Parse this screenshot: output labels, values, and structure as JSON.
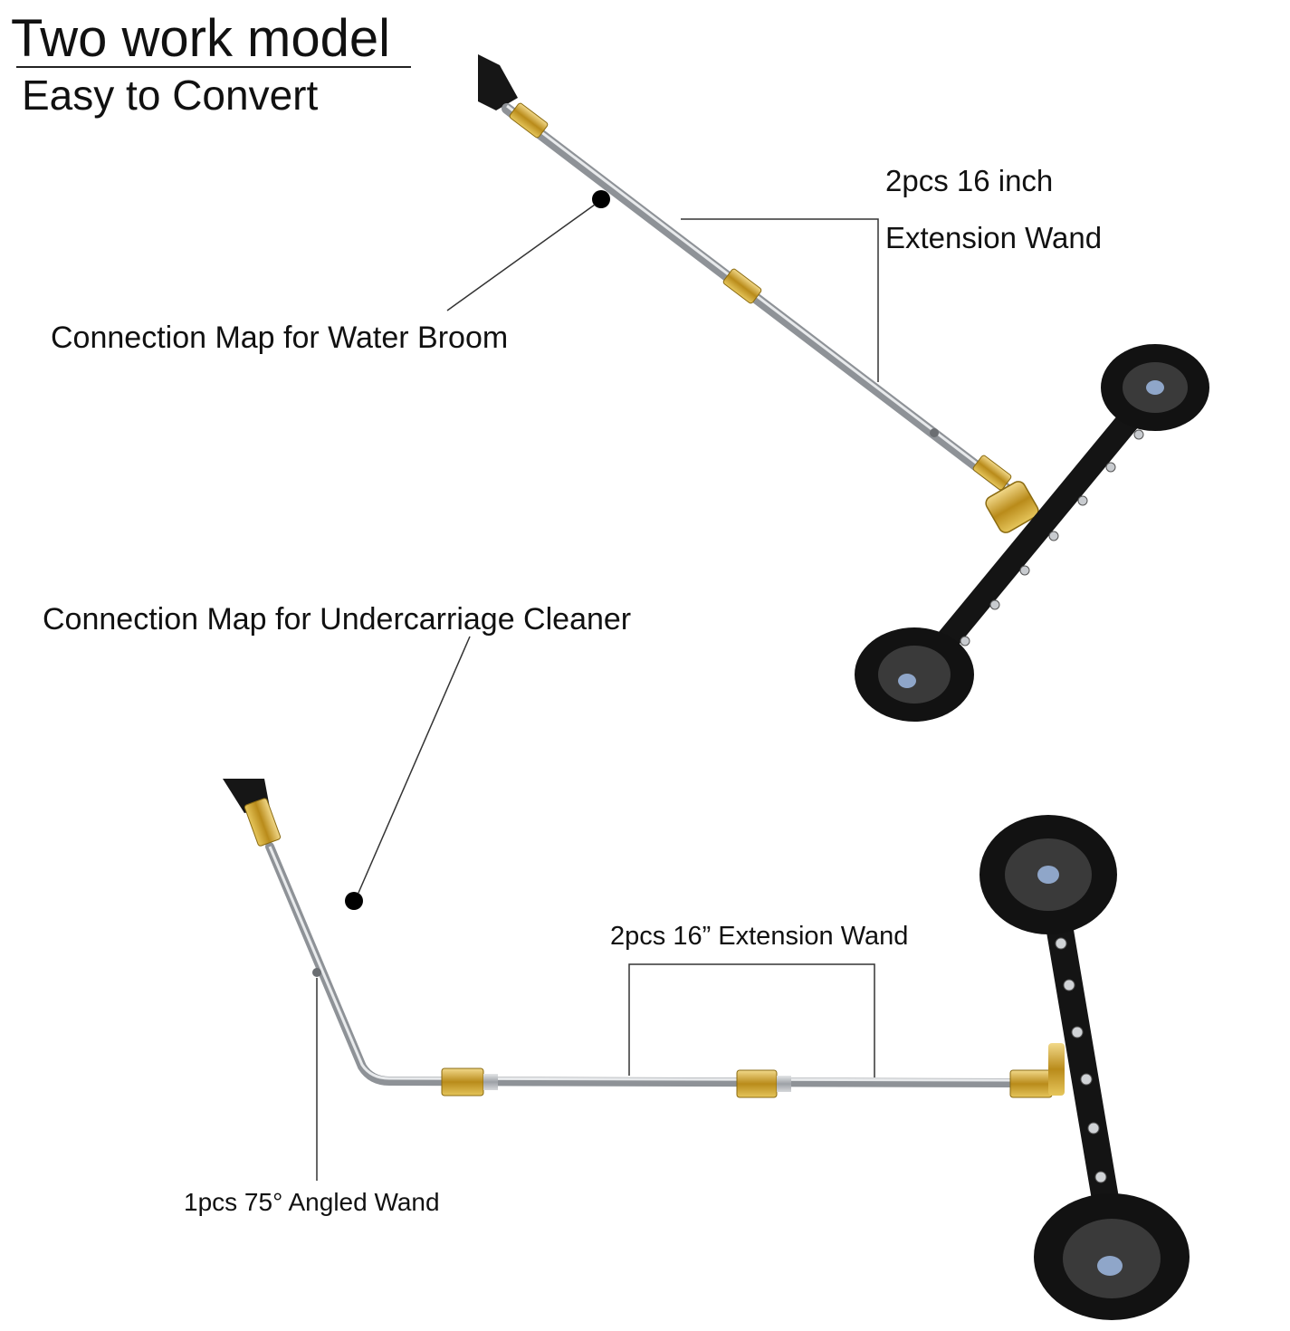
{
  "title": "Two work model",
  "subtitle": "Easy to Convert",
  "broom": {
    "map_label": "Connection Map for Water Broom",
    "extension_line1": "2pcs 16 inch",
    "extension_line2": "Extension Wand"
  },
  "undercarriage": {
    "map_label": "Connection Map for Undercarriage Cleaner",
    "extension_label": "2pcs 16” Extension Wand",
    "angled_label": "1pcs 75° Angled Wand"
  },
  "colors": {
    "text": "#111111",
    "metal": "#b9bcc0",
    "brass": "#c9a227",
    "black": "#141414"
  }
}
